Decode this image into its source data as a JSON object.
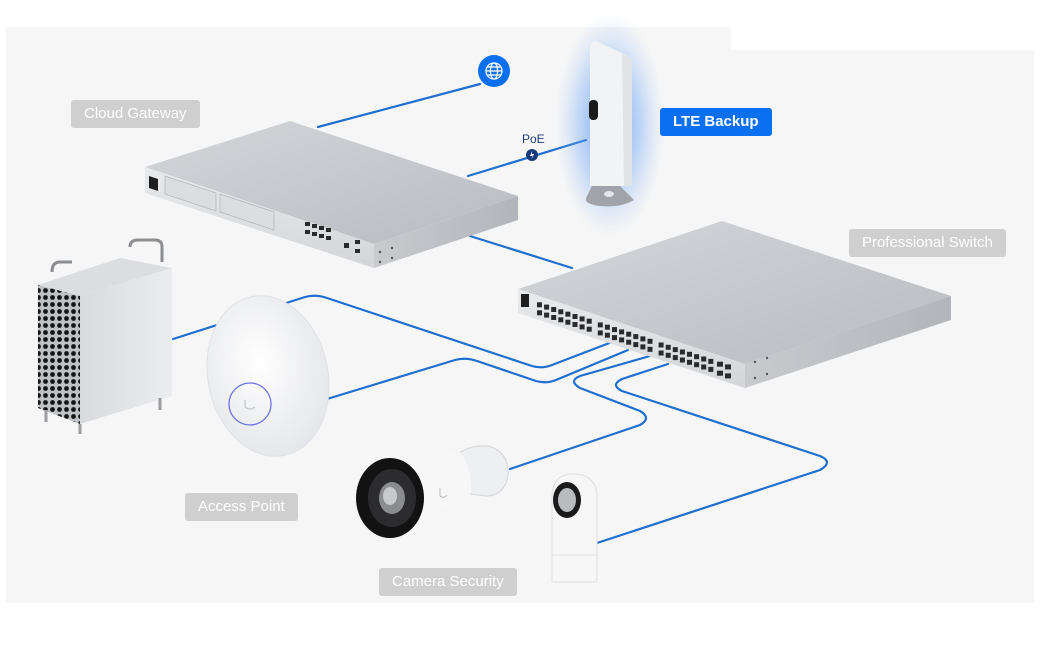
{
  "diagram": {
    "title": "Network topology",
    "colors": {
      "canvas": "#f6f6f6",
      "cable": "#1f6fd0",
      "accent": "#0a6ff0",
      "label_gray": "#cfcfcf",
      "label_text": "#ffffff",
      "poe_dot": "#163a7a",
      "device_body": "#c9cbd0"
    },
    "labels": {
      "cloud_gateway": "Cloud Gateway",
      "lte_backup": "LTE Backup",
      "professional_switch": "Professional Switch",
      "access_point": "Access Point",
      "camera_security": "Camera Security",
      "poe": "PoE"
    },
    "icons": {
      "internet": "globe-icon",
      "poe": "power-bolt-icon"
    },
    "nodes": [
      {
        "id": "internet",
        "name": "Internet",
        "icon": "globe-icon"
      },
      {
        "id": "cloud_gateway",
        "name": "Cloud Gateway"
      },
      {
        "id": "lte_backup",
        "name": "LTE Backup",
        "highlighted": true
      },
      {
        "id": "professional_switch",
        "name": "Professional Switch"
      },
      {
        "id": "server",
        "name": "Workstation"
      },
      {
        "id": "access_point",
        "name": "Access Point"
      },
      {
        "id": "bullet_camera",
        "name": "Camera Security"
      },
      {
        "id": "dome_camera",
        "name": "Camera Security"
      }
    ],
    "edges": [
      {
        "from": "cloud_gateway",
        "to": "internet"
      },
      {
        "from": "cloud_gateway",
        "to": "lte_backup",
        "label": "PoE"
      },
      {
        "from": "cloud_gateway",
        "to": "professional_switch"
      },
      {
        "from": "professional_switch",
        "to": "server"
      },
      {
        "from": "professional_switch",
        "to": "access_point"
      },
      {
        "from": "professional_switch",
        "to": "bullet_camera"
      },
      {
        "from": "professional_switch",
        "to": "dome_camera"
      }
    ]
  }
}
